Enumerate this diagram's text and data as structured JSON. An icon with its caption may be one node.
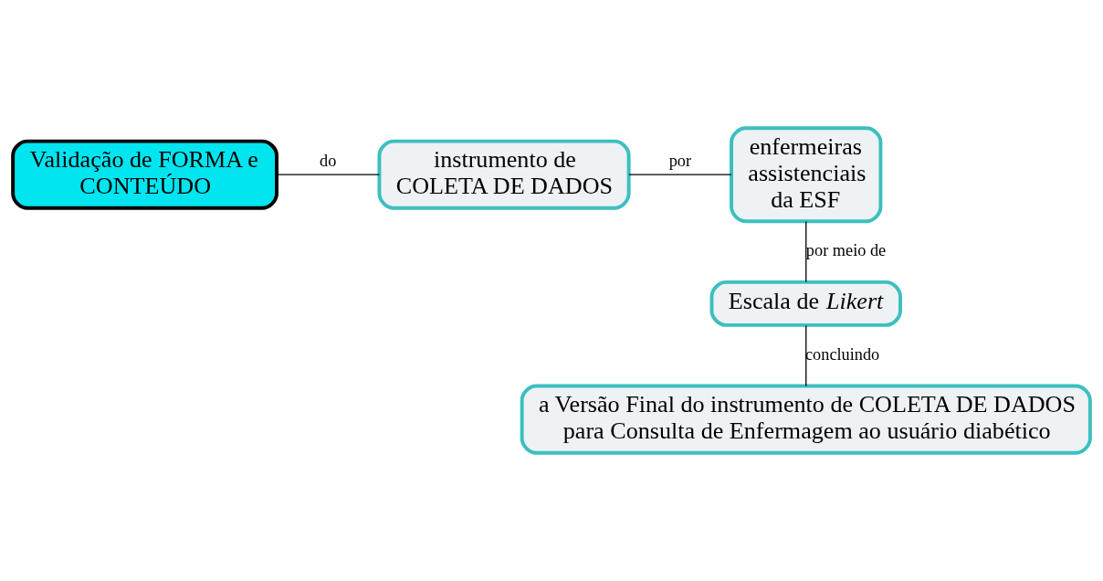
{
  "diagram": {
    "nodes": [
      {
        "text": [
          "Validação de FORMA e CONTEÚDO"
        ]
      },
      {
        "text": [
          "instrumento de COLETA DE DADOS"
        ]
      },
      {
        "text": [
          "enfermeiras assistenciais da ESF"
        ]
      },
      {
        "text": [
          "Escala de *Likert*"
        ]
      },
      {
        "text": [
          "a Versão Final do instrumento de COLETA DE DADOS para Consulta de Enfermagem ao usuário diabético"
        ]
      }
    ],
    "edges": [
      {
        "from": 0,
        "to": 1,
        "arrow": "none",
        "label": "do"
      },
      {
        "from": 1,
        "to": 2,
        "arrow": "none",
        "label": "por"
      },
      {
        "from": 2,
        "to": 3,
        "arrow": "none",
        "label": "por meio de"
      },
      {
        "from": 3,
        "to": 4,
        "arrow": "none",
        "label": "concluindo"
      }
    ]
  }
}
